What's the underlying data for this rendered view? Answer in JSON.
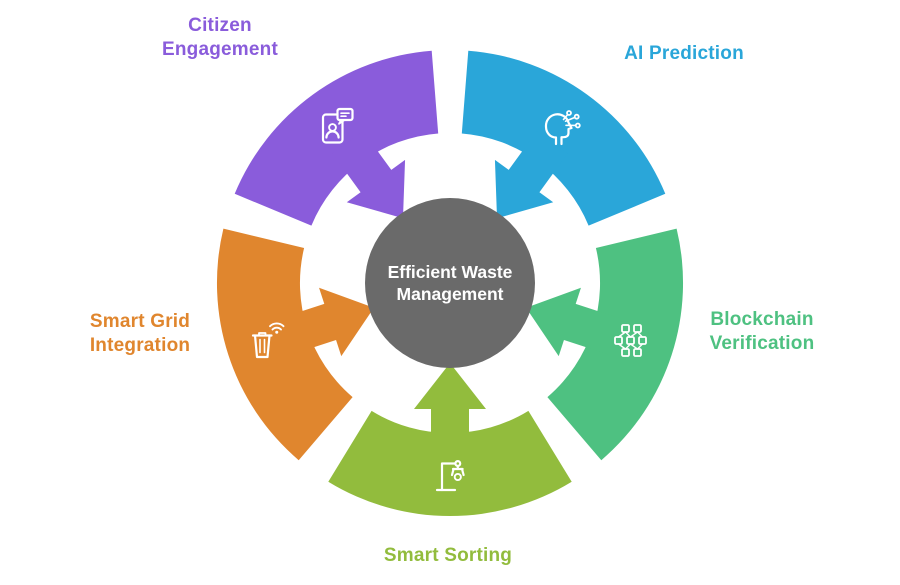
{
  "diagram_type": "circular-process",
  "background": "#FFFFFF",
  "center": {
    "label_lines": [
      "Efficient Waste",
      "Management"
    ],
    "color": "#6A6A6A",
    "text_color": "#FFFFFF"
  },
  "segments": [
    {
      "id": "ai-prediction",
      "label_lines": [
        "AI Prediction"
      ],
      "color": "#2AA6D9",
      "icon": "ai-head-icon"
    },
    {
      "id": "blockchain-verification",
      "label_lines": [
        "Blockchain",
        "Verification"
      ],
      "color": "#4EC181",
      "icon": "blockchain-blocks-icon"
    },
    {
      "id": "smart-sorting",
      "label_lines": [
        "Smart Sorting"
      ],
      "color": "#92BC3D",
      "icon": "robot-arm-icon"
    },
    {
      "id": "smart-grid-integration",
      "label_lines": [
        "Smart Grid",
        "Integration"
      ],
      "color": "#E0862E",
      "icon": "smart-bin-wifi-icon"
    },
    {
      "id": "citizen-engagement",
      "label_lines": [
        "Citizen",
        "Engagement"
      ],
      "color": "#8A5CDB",
      "icon": "phone-chat-icon"
    }
  ]
}
